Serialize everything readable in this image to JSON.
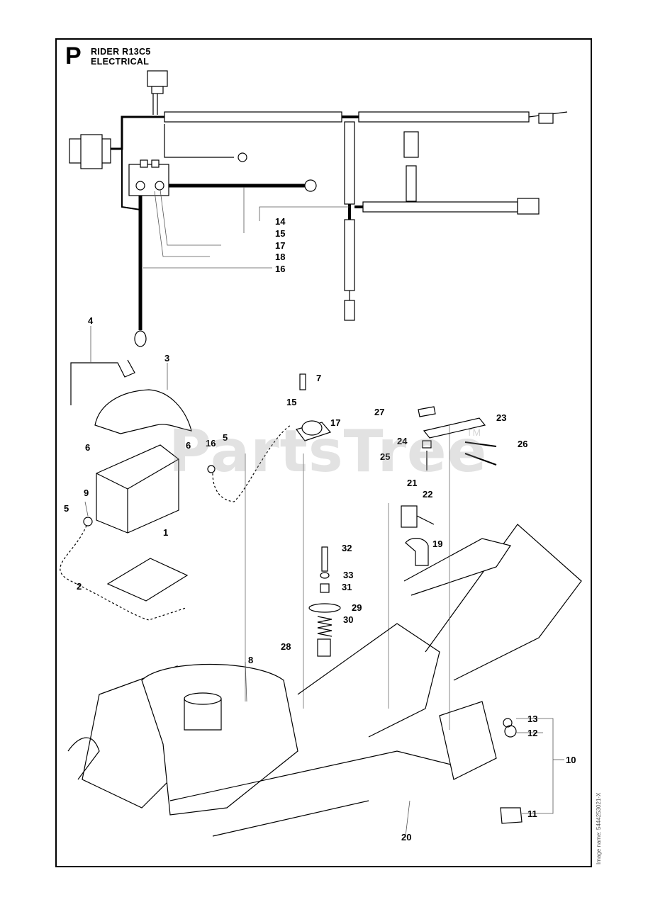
{
  "header": {
    "section_letter": "P",
    "title_line1": "RIDER R13C5",
    "title_line2": "ELECTRICAL"
  },
  "watermark": {
    "text": "PartsTree",
    "tm": "TM"
  },
  "footer": {
    "image_name": "Image name: 5444253021-X"
  },
  "callouts": [
    {
      "id": "c14",
      "text": "14"
    },
    {
      "id": "c15a",
      "text": "15"
    },
    {
      "id": "c17a",
      "text": "17"
    },
    {
      "id": "c18",
      "text": "18"
    },
    {
      "id": "c16a",
      "text": "16"
    },
    {
      "id": "c4",
      "text": "4"
    },
    {
      "id": "c3",
      "text": "3"
    },
    {
      "id": "c7",
      "text": "7"
    },
    {
      "id": "c15b",
      "text": "15"
    },
    {
      "id": "c17b",
      "text": "17"
    },
    {
      "id": "c27",
      "text": "27"
    },
    {
      "id": "c23",
      "text": "23"
    },
    {
      "id": "c5a",
      "text": "5"
    },
    {
      "id": "c16b",
      "text": "16"
    },
    {
      "id": "c6a",
      "text": "6"
    },
    {
      "id": "c6b",
      "text": "6"
    },
    {
      "id": "c24",
      "text": "24"
    },
    {
      "id": "c26",
      "text": "26"
    },
    {
      "id": "c25",
      "text": "25"
    },
    {
      "id": "c9",
      "text": "9"
    },
    {
      "id": "c5b",
      "text": "5"
    },
    {
      "id": "c1",
      "text": "1"
    },
    {
      "id": "c21",
      "text": "21"
    },
    {
      "id": "c22",
      "text": "22"
    },
    {
      "id": "c19",
      "text": "19"
    },
    {
      "id": "c32",
      "text": "32"
    },
    {
      "id": "c33",
      "text": "33"
    },
    {
      "id": "c31",
      "text": "31"
    },
    {
      "id": "c2",
      "text": "2"
    },
    {
      "id": "c29",
      "text": "29"
    },
    {
      "id": "c30",
      "text": "30"
    },
    {
      "id": "c28",
      "text": "28"
    },
    {
      "id": "c8",
      "text": "8"
    },
    {
      "id": "c13",
      "text": "13"
    },
    {
      "id": "c12",
      "text": "12"
    },
    {
      "id": "c10",
      "text": "10"
    },
    {
      "id": "c11",
      "text": "11"
    },
    {
      "id": "c20",
      "text": "20"
    }
  ]
}
